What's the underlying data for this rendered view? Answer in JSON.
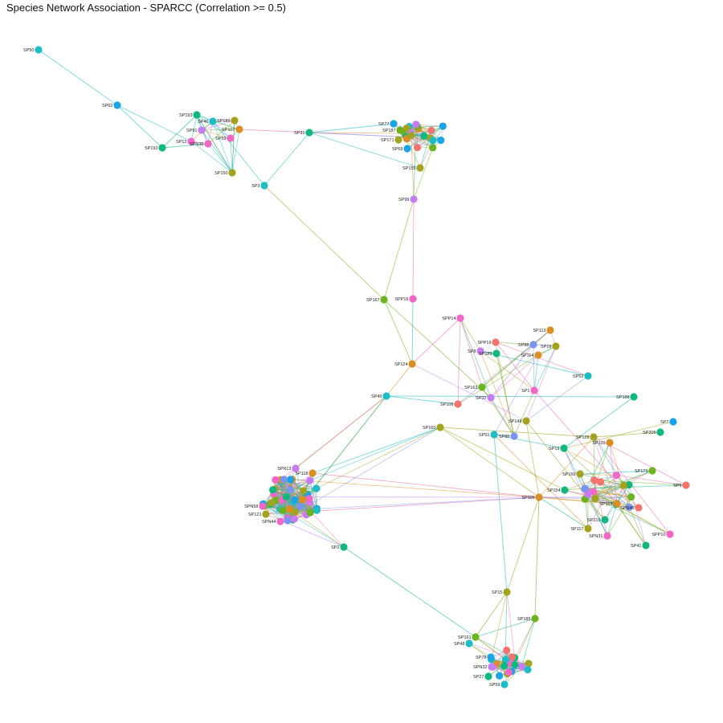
{
  "title": "Species Network Association - SPARCC (Correlation >= 0.5)",
  "palette": {
    "red": "#f5736f",
    "orange": "#db8e22",
    "olive": "#a3a31f",
    "green": "#6bb31f",
    "teal": "#10b77f",
    "cyan": "#1ebdc5",
    "blue": "#1aa4e5",
    "periwinkle": "#7a95f0",
    "purple": "#c77cf5",
    "pink": "#f266c7",
    "edge_pink": "#ef6fb0"
  },
  "labeled_nodes": [
    {
      "id": "SP50",
      "color": "cyan"
    },
    {
      "id": "SP62",
      "color": "blue"
    },
    {
      "id": "SP192",
      "color": "teal"
    },
    {
      "id": "SP193",
      "color": "teal"
    },
    {
      "id": "SP40",
      "color": "cyan"
    },
    {
      "id": "SP189",
      "color": "olive"
    },
    {
      "id": "SP91",
      "color": "purple"
    },
    {
      "id": "SP107",
      "color": "orange"
    },
    {
      "id": "SP12",
      "color": "pink"
    },
    {
      "id": "SPN36",
      "color": "pink"
    },
    {
      "id": "SP59",
      "color": "pink"
    },
    {
      "id": "SP150",
      "color": "olive"
    },
    {
      "id": "SP3",
      "color": "cyan"
    },
    {
      "id": "SP31",
      "color": "teal"
    },
    {
      "id": "SP77",
      "color": "blue"
    },
    {
      "id": "SP187",
      "color": "green"
    },
    {
      "id": "SP171",
      "color": "olive"
    },
    {
      "id": "SP69",
      "color": "blue"
    },
    {
      "id": "SP155",
      "color": "olive"
    },
    {
      "id": "SP99",
      "color": "purple"
    },
    {
      "id": "SP167",
      "color": "green"
    },
    {
      "id": "SPP16",
      "color": "pink"
    },
    {
      "id": "SPP14",
      "color": "pink"
    },
    {
      "id": "SPP19",
      "color": "red"
    },
    {
      "id": "SP113",
      "color": "orange"
    },
    {
      "id": "SP88",
      "color": "periwinkle"
    },
    {
      "id": "SP19",
      "color": "olive"
    },
    {
      "id": "SP8",
      "color": "purple"
    },
    {
      "id": "SP189",
      "color": "teal"
    },
    {
      "id": "SP114",
      "color": "orange"
    },
    {
      "id": "SP124",
      "color": "orange"
    },
    {
      "id": "SP52",
      "color": "cyan"
    },
    {
      "id": "SP163",
      "color": "green"
    },
    {
      "id": "SP49",
      "color": "cyan"
    },
    {
      "id": "SP32",
      "color": "purple"
    },
    {
      "id": "SP1",
      "color": "pink"
    },
    {
      "id": "SP188",
      "color": "teal"
    },
    {
      "id": "SP106",
      "color": "red"
    },
    {
      "id": "SP148",
      "color": "olive"
    },
    {
      "id": "SP160",
      "color": "olive"
    },
    {
      "id": "SP51",
      "color": "cyan"
    },
    {
      "id": "SP86",
      "color": "periwinkle"
    },
    {
      "id": "SP128",
      "color": "olive"
    },
    {
      "id": "SP110",
      "color": "orange"
    },
    {
      "id": "SP19",
      "color": "teal"
    },
    {
      "id": "SP205",
      "color": "teal"
    },
    {
      "id": "SP7",
      "color": "blue"
    },
    {
      "id": "SPN13",
      "color": "purple"
    },
    {
      "id": "SP118",
      "color": "orange"
    },
    {
      "id": "SP179",
      "color": "green"
    },
    {
      "id": "SP5",
      "color": "red"
    },
    {
      "id": "SP160",
      "color": "olive"
    },
    {
      "id": "SP154",
      "color": "teal"
    },
    {
      "id": "SP115",
      "color": "orange"
    },
    {
      "id": "SP113",
      "color": "orange"
    },
    {
      "id": "SPN46",
      "color": "red"
    },
    {
      "id": "SP210",
      "color": "teal"
    },
    {
      "id": "SP117",
      "color": "olive"
    },
    {
      "id": "SPN31",
      "color": "pink"
    },
    {
      "id": "SPP10",
      "color": "pink"
    },
    {
      "id": "SP41",
      "color": "teal"
    },
    {
      "id": "SP121",
      "color": "olive"
    },
    {
      "id": "SPN58",
      "color": "pink"
    },
    {
      "id": "SPN44",
      "color": "pink"
    },
    {
      "id": "SP2",
      "color": "teal"
    },
    {
      "id": "SP15",
      "color": "olive"
    },
    {
      "id": "SP185",
      "color": "green"
    },
    {
      "id": "SP161",
      "color": "green"
    },
    {
      "id": "SP48",
      "color": "cyan"
    },
    {
      "id": "SP78",
      "color": "blue"
    },
    {
      "id": "SPN32",
      "color": "purple"
    },
    {
      "id": "SP27",
      "color": "teal"
    },
    {
      "id": "SP59",
      "color": "cyan"
    }
  ]
}
